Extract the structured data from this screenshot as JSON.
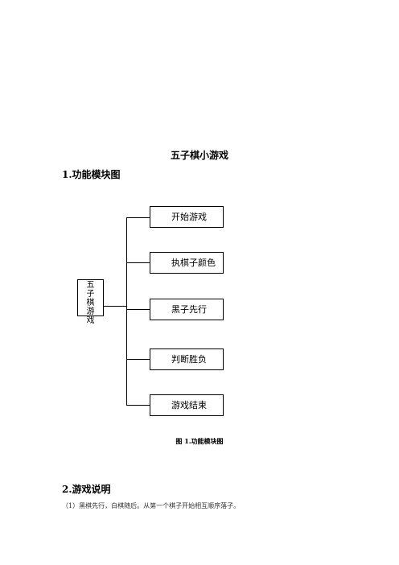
{
  "document": {
    "title": "五子棋小游戏",
    "section1_heading": "1.功能模块图",
    "section2_heading": "2.游戏说明"
  },
  "diagram": {
    "root_chars": [
      "五",
      "子",
      "棋",
      "游",
      "戏"
    ],
    "nodes": [
      "开始游戏",
      "执棋子颜色",
      "黑子先行",
      "判断胜负",
      "游戏结束"
    ],
    "caption": "图 1.功能模块图"
  },
  "body": {
    "paragraph_1": "（1）黑棋先行，白棋随后。从第一个棋子开始相互顺序落子。"
  }
}
